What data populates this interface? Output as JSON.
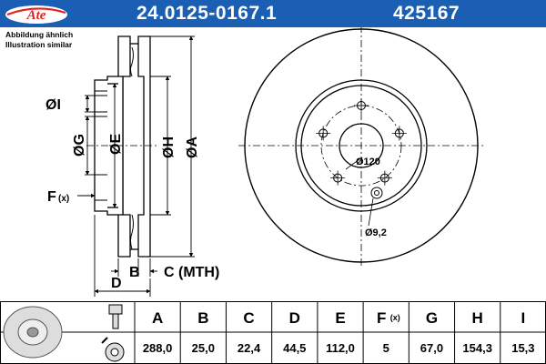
{
  "header": {
    "brand": "Ate",
    "part_number": "24.0125-0167.1",
    "article_number": "425167"
  },
  "notes": {
    "line1": "Abbildung ähnlich",
    "line2": "Illustration similar"
  },
  "dimension_labels": {
    "I": "ØI",
    "G": "ØG",
    "E": "ØE",
    "H": "ØH",
    "A": "ØA",
    "F": "F",
    "F_sub": "(x)",
    "B": "B",
    "C": "C (MTH)",
    "D": "D",
    "bolt_circle": "Ø120",
    "hole": "Ø9,2"
  },
  "spec_table": {
    "headers": [
      "A",
      "B",
      "C",
      "D",
      "E",
      "F",
      "G",
      "H",
      "I"
    ],
    "header_F_sub": "(x)",
    "values": [
      "288,0",
      "25,0",
      "22,4",
      "44,5",
      "112,0",
      "5",
      "67,0",
      "154,3",
      "15,3"
    ]
  },
  "colors": {
    "header_bg": "#1a5fb4",
    "header_text": "#ffffff",
    "logo_red": "#e2231a",
    "line": "#000000"
  }
}
